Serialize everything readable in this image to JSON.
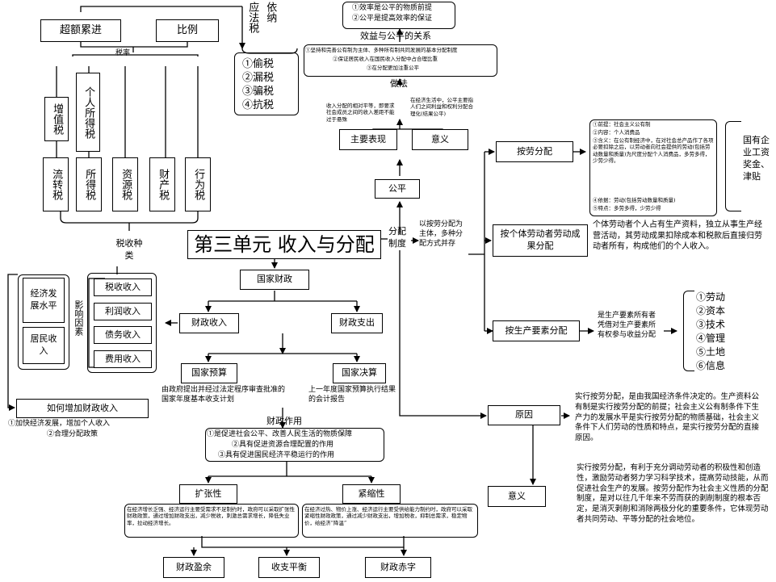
{
  "center": {
    "title": "第三单元 收入与分配"
  },
  "tax": {
    "rate_label": "税率",
    "top_left": "超额累进",
    "top_right": "比例",
    "should_pay": "应法税",
    "by_law": "依纳",
    "violations": [
      "①偷税",
      "②漏税",
      "③骗税",
      "④抗税"
    ],
    "vat": "增值税",
    "pit": "个人所得税",
    "kinds": [
      "流转税",
      "所得税",
      "资源税",
      "财产税",
      "行为税"
    ],
    "kinds_label": "税收种类"
  },
  "revenue": {
    "sources": [
      "税收收入",
      "利润收入",
      "债务收入",
      "费用收入"
    ],
    "factors_label": "影响因素",
    "factors": [
      "经济发展水平",
      "居民收入"
    ],
    "increase_title": "如何增加财政收入",
    "increase_items": [
      "①加快经济发展，增加个人收入",
      "②合理分配政策"
    ]
  },
  "finance": {
    "national": "国家财政",
    "income": "财政收入",
    "expense": "财政支出",
    "budget": "国家预算",
    "budget_desc": "由政府提出并经过法定程序审查批准的国家年度基本收支计划",
    "final": "国家决算",
    "final_desc": "上一年度国家预算执行结果的会计报告",
    "role_title": "财政作用",
    "roles": [
      "①是促进社会公平、改善人民生活的物质保障",
      "②具有促进资源合理配置的作用",
      "③具有促进国民经济平稳运行的作用"
    ],
    "expansion": "扩张性",
    "expansion_desc": "在经济增长乏强、经济运行主要受需求不足制约时，政府可以采取扩张性财政政策，通过增加财政支出，减少税收，刺激总需求增长，降低失业率，拉动经济增长。",
    "contraction": "紧缩性",
    "contraction_desc": "在经济过热、物价上涨、经济运行主要受供给能力制约时，政府可以采取紧缩性财政政策，通过减少财政支出，增加税收，抑制总需求，稳定物价，给经济“降温”",
    "outcomes": [
      "财政盈余",
      "收支平衡",
      "财政赤字"
    ]
  },
  "fairness": {
    "efficiency_points": [
      "①效率是公平的物质前提",
      "②公平是提高效率的保证"
    ],
    "relation_title": "效益与公平的关系",
    "practices": [
      "①坚持和完善公有制为主体、多种所有制共同发展的基本分配制度",
      "②保证居民收入在国民收入分配中占合理比重",
      "③在分配更加注重公平"
    ],
    "practice_label": "做法",
    "expression_desc": "收入分配的相对平等，即要求社会成员之间的收入差距不能过于悬殊",
    "meaning_desc": "在经济生活中，公平主要指人们之间利益和权利分配合理化(结果公平)",
    "expression": "主要表现",
    "meaning": "意义",
    "fair": "公平"
  },
  "distribution": {
    "system_label": "分配制度",
    "system_desc": "以按劳分配为主体，多种分配方式并存",
    "by_labor": "按劳分配",
    "by_labor_points": [
      "①前提：社会主义公有制",
      "②内容：个人消费品",
      "③含义：在公有制经济中，在对社会总产品作了各项必要扣除之后，以劳动者向社会提供的劳动(包括劳动数量和质量)为尺度分配个人消费品，多劳多得，少劳少得。",
      "④依据：劳动(包括劳动数量和质量)",
      "⑤特点：多劳多得，少劳少得"
    ],
    "by_labor_right": "国有企业工资奖金、津贴",
    "individual": "按个体劳动者劳动成果分配",
    "individual_desc": "个体劳动者个人占有生产资料，独立从事生产经营活动，其劳动成果扣除成本和税款后直接归劳动者所有，构成他们的个人收入。",
    "factors": "按生产要素分配",
    "factors_desc": "是生产要素所有者凭借对生产要素所有权参与收益分配",
    "factor_list": [
      "①劳动",
      "②资本",
      "③技术",
      "④管理",
      "⑤土地",
      "⑥信息"
    ],
    "reason": "原因",
    "reason_desc": "实行按劳分配，是由我国经济条件决定的。生产资料公有制是实行按劳分配的前提；社会主义公有制条件下生产力的发展水平是实行按劳分配的物质基础，社会主义条件下人们劳动的性质和特点，是实行按劳分配的直接原因。",
    "significance": "意义",
    "significance_desc": "实行按劳分配，有利于充分调动劳动者的积极性和创造性，激励劳动者努力学习科学技术，提高劳动技能，从而促进社会生产的发展。按劳分配作为社会主义性质的分配制度，是对以往几千年来不劳而获的剥削制度的根本否定，是消灭剥削和消除两极分化的重要条件，它体现劳动者共同劳动、平等分配的社会地位。"
  }
}
